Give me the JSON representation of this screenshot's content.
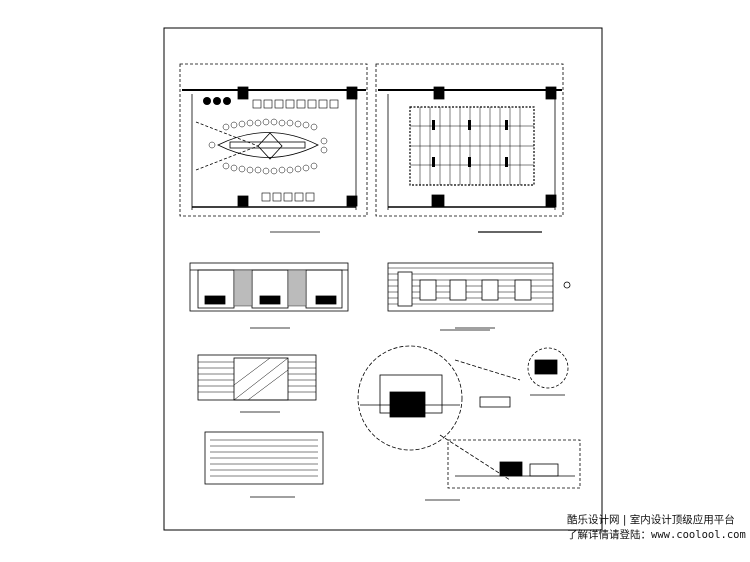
{
  "watermark": {
    "line1": "酷乐设计网 | 室内设计顶级应用平台",
    "line2_label": "了解详情请登陆：",
    "line2_url": "www.coolool.com"
  }
}
